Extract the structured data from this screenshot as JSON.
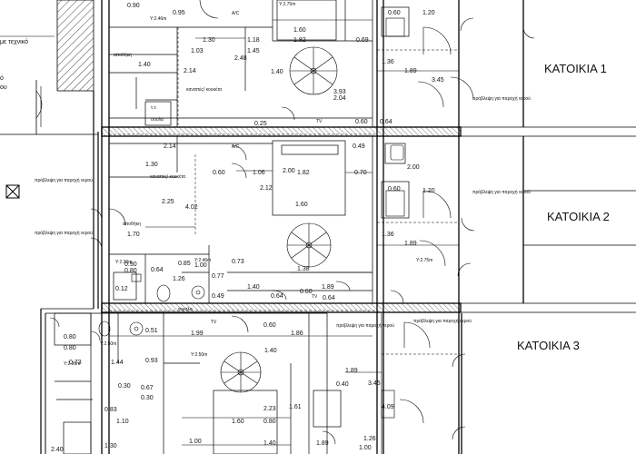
{
  "units": {
    "unit1": "ΚΑΤΟΙΚΙΑ 1",
    "unit2": "ΚΑΤΟΙΚΙΑ 2",
    "unit3": "ΚΑΤΟΙΚΙΑ 3"
  },
  "left_notes": {
    "technical": "με τεχνικό",
    "to": "ό",
    "ou": "ου"
  },
  "room_labels": {
    "storage": "αποθήκη",
    "bunk_1": "καναπές/ κουκέτα",
    "bunk_2": "καναπές/ κουκέτα",
    "storage_2": "αποθήκη",
    "toilet": "τουαλα",
    "ac_1": "A/C",
    "ac_2": "A/C",
    "tv_1": "TV",
    "tv_2": "TV",
    "tv_3": "TV",
    "wc_hole": "τ.τ.",
    "couch_bot": "σουλα",
    "water_1": "πρόβλεψη για παροχή νερού",
    "water_2": "πρόβλεψη για παροχή νερού",
    "water_3": "πρόβλεψη για παροχή νερού",
    "water_4": "πρόβλεψη για παροχή νερού",
    "water_5": "πρόβλεψη για παροχή νερού",
    "water_6": "πρόβλεψη για παροχή νερού",
    "level_a": "Y:2.75m",
    "level_b": "Y:2.46m",
    "level_c": "Y:2.75m",
    "level_d": "Y:2.50m",
    "level_e": "Y:2.30m",
    "level_f": "Y:2.46m",
    "level_g": "Y:2.25m",
    "level_h": "Y:2.50m"
  },
  "dims": {
    "d_090": "0.90",
    "d_095": "0.95",
    "d_130": "1.30",
    "d_118": "1.18",
    "d_160a": "1.60",
    "d_060a": "0.60",
    "d_120a": "1.20",
    "d_182a": "1.82",
    "d_069": "0.69",
    "d_103": "1.03",
    "d_145": "1.45",
    "d_140a": "1.40",
    "d_248": "2.48",
    "d_214a": "2.14",
    "d_140b": "1.40",
    "d_136a": "1.36",
    "d_189a": "1.89",
    "d_345a": "3.45",
    "d_393": "3.93",
    "d_204": "2.04",
    "d_025": "0.25",
    "d_060b": "0.60",
    "d_064a": "0.64",
    "d_214b": "2.14",
    "d_049": "0.49",
    "d_130b": "1.30",
    "d_060c": "0.60",
    "d_106": "1.06",
    "d_200a": "2.00",
    "d_182b": "1.82",
    "d_070": "0.70",
    "d_200b": "2.00",
    "d_212": "2.12",
    "d_060d": "0.60",
    "d_120b": "1.20",
    "d_225": "2.25",
    "d_402": "4.02",
    "d_160b": "1.60",
    "d_136b": "1.36",
    "d_189b": "1.89",
    "d_170": "1.70",
    "d_138": "1.38",
    "d_073": "0.73",
    "d_090b": "0.90",
    "d_085": "0.85",
    "d_100a": "1.00",
    "d_080": "0.80",
    "d_064b": "0.64",
    "d_077": "0.77",
    "d_189c": "1.89",
    "d_126": "1.26",
    "d_140c": "1.40",
    "d_060e": "0.60",
    "d_012": "0.12",
    "d_049b": "0.49",
    "d_064c": "0.64",
    "d_064d": "0.64",
    "d_080b": "0.80",
    "d_060f": "0.60",
    "d_199": "1.99",
    "d_186": "1.86",
    "d_080c": "0.80",
    "d_051": "0.51",
    "d_073b": "0.73",
    "d_144": "1.44",
    "d_093": "0.93",
    "d_140d": "1.40",
    "d_189d": "1.89",
    "d_030a": "0.30",
    "d_067": "0.67",
    "d_040": "0.40",
    "d_345b": "3.45",
    "d_030b": "0.30",
    "d_083": "0.83",
    "d_223": "2.23",
    "d_161": "1.61",
    "d_110": "1.10",
    "d_160c": "1.60",
    "d_080d": "0.80",
    "d_409": "4.09",
    "d_100b": "1.00",
    "d_130c": "1.30",
    "d_140e": "1.40",
    "d_189e": "1.89",
    "d_240": "2.40",
    "d_100c": "1.00",
    "d_126b": "1.26"
  }
}
